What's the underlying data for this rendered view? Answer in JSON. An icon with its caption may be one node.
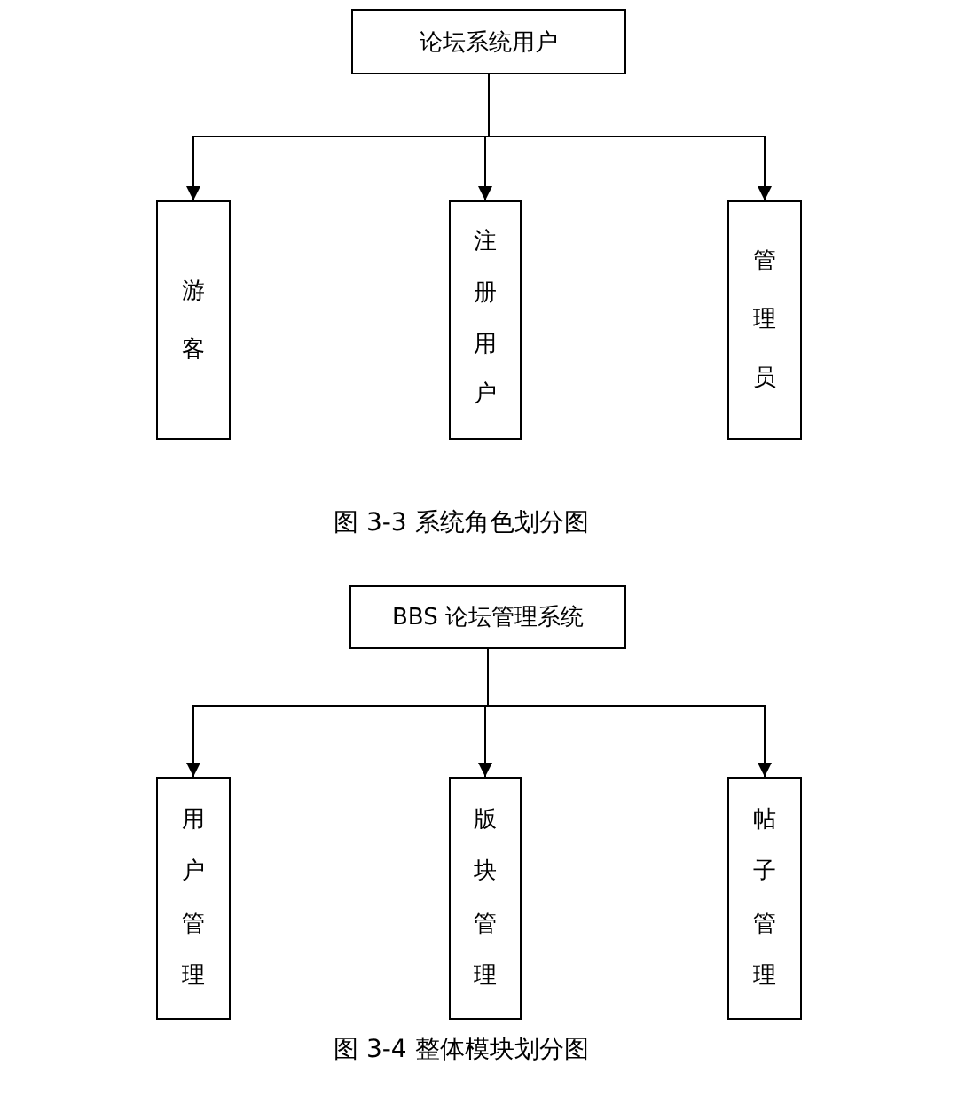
{
  "diagram": {
    "nodes": [
      {
        "text": [
          "论坛系统用户"
        ]
      },
      {
        "text": [
          "游客"
        ]
      },
      {
        "text": [
          "注册用户"
        ]
      },
      {
        "text": [
          "管理员"
        ]
      },
      {
        "text": [
          "BBS 论坛管理系统"
        ]
      },
      {
        "text": [
          "用户管理"
        ]
      },
      {
        "text": [
          "版块管理"
        ]
      },
      {
        "text": [
          "帖子管理"
        ]
      }
    ],
    "edges": [
      {
        "from": 0,
        "to": 1,
        "arrow": "to"
      },
      {
        "from": 0,
        "to": 2,
        "arrow": "to"
      },
      {
        "from": 0,
        "to": 3,
        "arrow": "to"
      },
      {
        "from": 4,
        "to": 5,
        "arrow": "to"
      },
      {
        "from": 4,
        "to": 6,
        "arrow": "to"
      },
      {
        "from": 4,
        "to": 7,
        "arrow": "to"
      }
    ],
    "labels": [
      "图 3-3 系统角色划分图",
      "图 3-4 整体模块划分图"
    ]
  }
}
